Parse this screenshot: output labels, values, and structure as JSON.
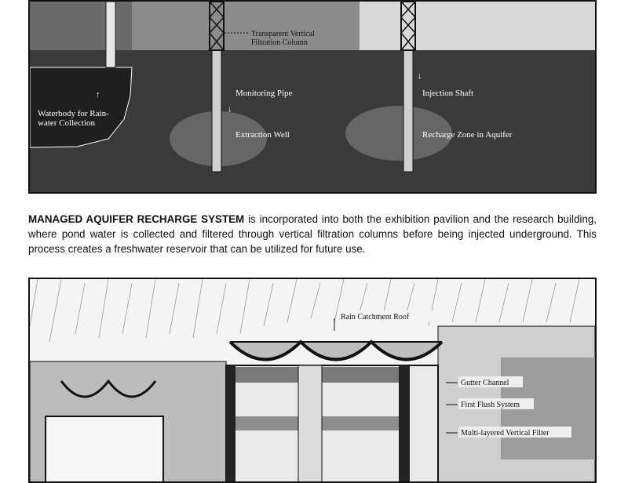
{
  "section_top": {
    "labels": {
      "filtration_column_a": "Transparent Vertical",
      "filtration_column_b": "Filtration Column",
      "monitoring_pipe": "Monitoring Pipe",
      "extraction_well": "Extraction Well",
      "injection_shaft": "Injection Shaft",
      "recharge_zone": "Recharge Zone in Aquifer",
      "waterbody_a": "Waterbody for Rain-",
      "waterbody_b": "water Collection"
    }
  },
  "caption": {
    "heading": "MANAGED AQUIFER RECHARGE SYSTEM",
    "body": " is incorporated into both the exhibition pavilion and the research building, where pond water is collected and filtered through vertical filtration columns before being injected underground. This process creates a freshwater reservoir that can be utilized for future use."
  },
  "section_bottom": {
    "labels": {
      "rain_catchment_roof": "Rain Catchment Roof",
      "gutter_channel": "Gutter Channel",
      "first_flush_system": "First Flush System",
      "vertical_filter": "Multi-layered Vertical Filter"
    }
  },
  "colors": {
    "ground": "#3a3a3a",
    "sky": "#8a8a8a",
    "plume": "#6e6e6e",
    "ink": "#111111"
  }
}
